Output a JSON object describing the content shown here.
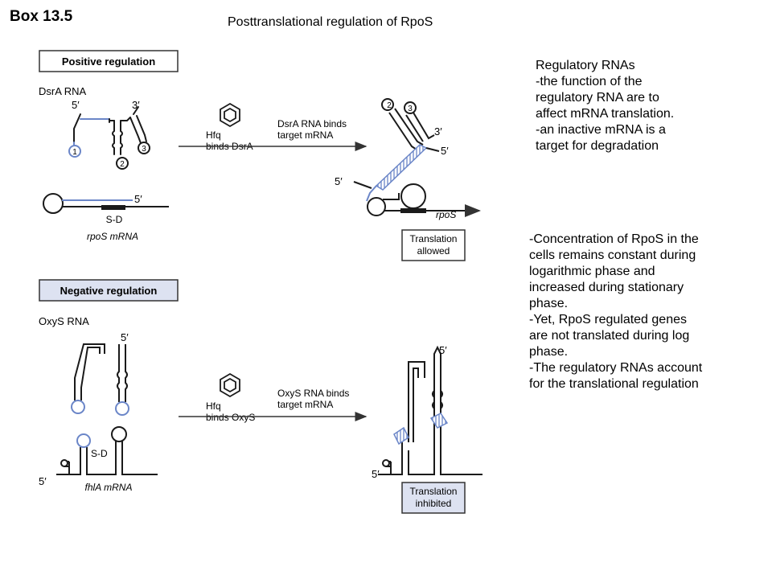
{
  "box_label": "Box 13.5",
  "title": "Posttranslational regulation of RpoS",
  "colors": {
    "rna_blue": "#6b86c8",
    "hatch_blue": "#8aa2d8",
    "label_box_fill": "#dde2f1",
    "ink": "#1a1a1a"
  },
  "notes": {
    "regulatory_rnas": [
      "Regulatory RNAs",
      "-the function of the",
      "regulatory RNA are to",
      "affect mRNA translation.",
      "-an inactive mRNA is a",
      "target for degradation"
    ],
    "rpos_concentration": [
      "-Concentration of RpoS in the",
      "cells remains constant during",
      "logarithmic phase and",
      "increased during stationary",
      "phase.",
      "-Yet, RpoS regulated genes",
      "are not translated during log",
      "phase.",
      "-The regulatory RNAs account",
      "for the translational regulation"
    ]
  },
  "diagram": {
    "positive": {
      "header": "Positive regulation",
      "srna_label": "DsrA RNA",
      "mrna_label": "rpoS mRNA",
      "five_prime": "5′",
      "three_prime": "3′",
      "loop_numbers": [
        "1",
        "2",
        "3"
      ],
      "sd_label": "S-D",
      "hfq_label_line1": "Hfq",
      "hfq_label_line2": "binds DsrA",
      "step_line1": "DsrA RNA binds",
      "step_line2": "target mRNA",
      "product_label": "rpoS",
      "outcome_line1": "Translation",
      "outcome_line2": "allowed"
    },
    "negative": {
      "header": "Negative regulation",
      "srna_label": "OxyS RNA",
      "mrna_label": "fhlA mRNA",
      "five_prime": "5′",
      "sd_label": "S-D",
      "hfq_label_line1": "Hfq",
      "hfq_label_line2": "binds OxyS",
      "step_line1": "OxyS RNA binds",
      "step_line2": "target mRNA",
      "outcome_line1": "Translation",
      "outcome_line2": "inhibited"
    }
  }
}
